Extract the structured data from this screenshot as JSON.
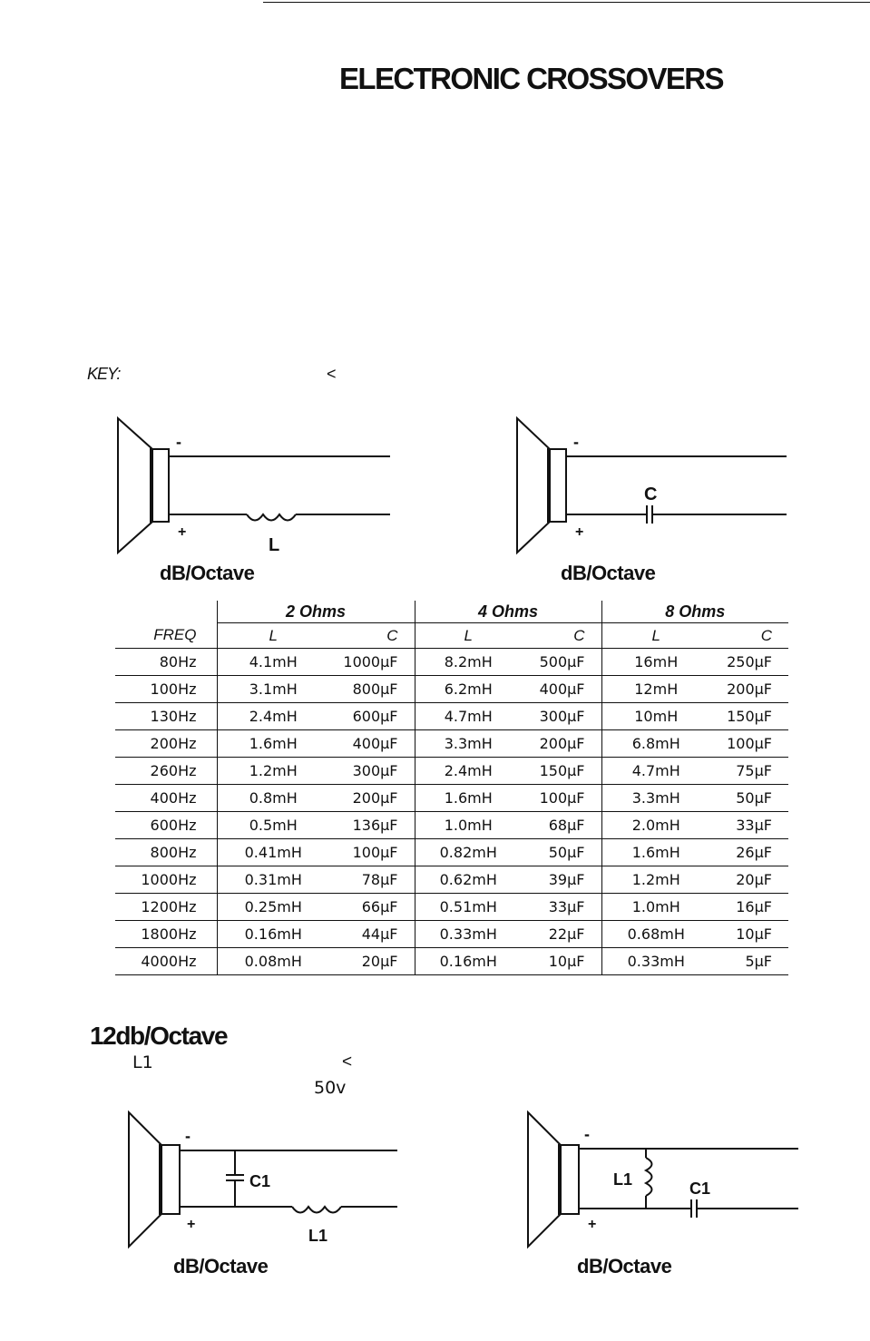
{
  "page": {
    "title": "ELECTRONIC CROSSOVERS",
    "key_label": "KEY:",
    "key_symbol": "<"
  },
  "diagrams_6db": {
    "low_pass": {
      "label_minus": "-",
      "label_plus": "+",
      "component": "L",
      "caption": "dB/Octave"
    },
    "high_pass": {
      "label_minus": "-",
      "label_plus": "+",
      "component": "C",
      "caption": "dB/Octave"
    }
  },
  "table": {
    "groups": [
      "2 Ohms",
      "4 Ohms",
      "8 Ohms"
    ],
    "headers": [
      "FREQ",
      "L",
      "C",
      "L",
      "C",
      "L",
      "C"
    ],
    "rows": [
      [
        "80Hz",
        "4.1mH",
        "1000µF",
        "8.2mH",
        "500µF",
        "16mH",
        "250µF"
      ],
      [
        "100Hz",
        "3.1mH",
        "800µF",
        "6.2mH",
        "400µF",
        "12mH",
        "200µF"
      ],
      [
        "130Hz",
        "2.4mH",
        "600µF",
        "4.7mH",
        "300µF",
        "10mH",
        "150µF"
      ],
      [
        "200Hz",
        "1.6mH",
        "400µF",
        "3.3mH",
        "200µF",
        "6.8mH",
        "100µF"
      ],
      [
        "260Hz",
        "1.2mH",
        "300µF",
        "2.4mH",
        "150µF",
        "4.7mH",
        "75µF"
      ],
      [
        "400Hz",
        "0.8mH",
        "200µF",
        "1.6mH",
        "100µF",
        "3.3mH",
        "50µF"
      ],
      [
        "600Hz",
        "0.5mH",
        "136µF",
        "1.0mH",
        "68µF",
        "2.0mH",
        "33µF"
      ],
      [
        "800Hz",
        "0.41mH",
        "100µF",
        "0.82mH",
        "50µF",
        "1.6mH",
        "26µF"
      ],
      [
        "1000Hz",
        "0.31mH",
        "78µF",
        "0.62mH",
        "39µF",
        "1.2mH",
        "20µF"
      ],
      [
        "1200Hz",
        "0.25mH",
        "66µF",
        "0.51mH",
        "33µF",
        "1.0mH",
        "16µF"
      ],
      [
        "1800Hz",
        "0.16mH",
        "44µF",
        "0.33mH",
        "22µF",
        "0.68mH",
        "10µF"
      ],
      [
        "4000Hz",
        "0.08mH",
        "20µF",
        "0.16mH",
        "10µF",
        "0.33mH",
        "5µF"
      ]
    ]
  },
  "section_12db": {
    "heading": "12db/Octave",
    "line1_label": "L1",
    "line1_symbol": "<",
    "line2_value": "50v",
    "low_pass": {
      "label_minus": "-",
      "label_plus": "+",
      "cap_label": "C1",
      "ind_label": "L1",
      "caption": "dB/Octave"
    },
    "high_pass": {
      "label_minus": "-",
      "label_plus": "+",
      "ind_label": "L1",
      "cap_label": "C1",
      "caption": "dB/Octave"
    }
  }
}
